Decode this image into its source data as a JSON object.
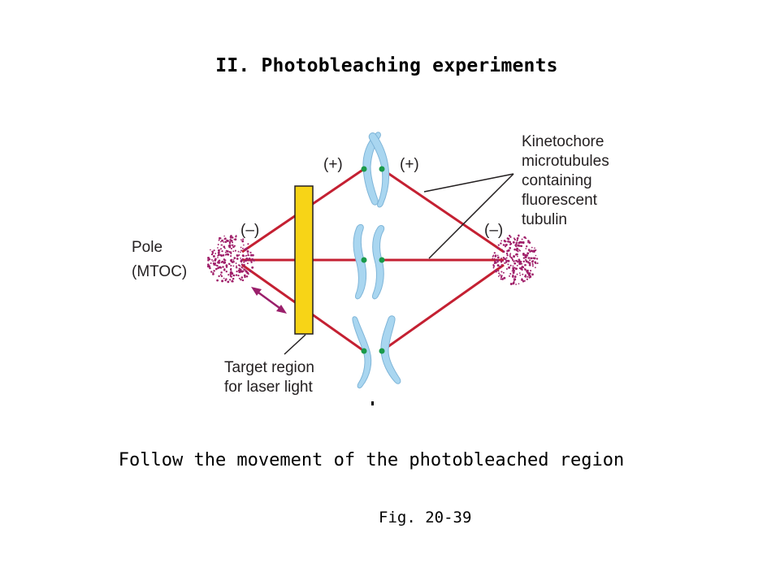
{
  "slide": {
    "title": "II. Photobleaching experiments",
    "caption": "Follow the movement of the photobleached region",
    "figure_ref": "Fig. 20-39"
  },
  "diagram": {
    "kinetochore_label": [
      "Kinetochore",
      "microtubules",
      "containing",
      "fluorescent",
      "tubulin"
    ],
    "pole_label": [
      "Pole",
      "(MTOC)"
    ],
    "target_label": [
      "Target region",
      "for laser light"
    ],
    "plus_left": "(+)",
    "plus_right": "(+)",
    "minus_left": "(–)",
    "minus_right": "(–)"
  },
  "colors": {
    "microtubule": "#c42032",
    "chromosome": "#a9d6f0",
    "chromosome_edge": "#7fb5d8",
    "kinetochore": "#1a9a4a",
    "target_fill": "#f7d417",
    "pole_dots": "#a0206a",
    "arrow": "#9a1f6b",
    "leader": "#231f20"
  }
}
